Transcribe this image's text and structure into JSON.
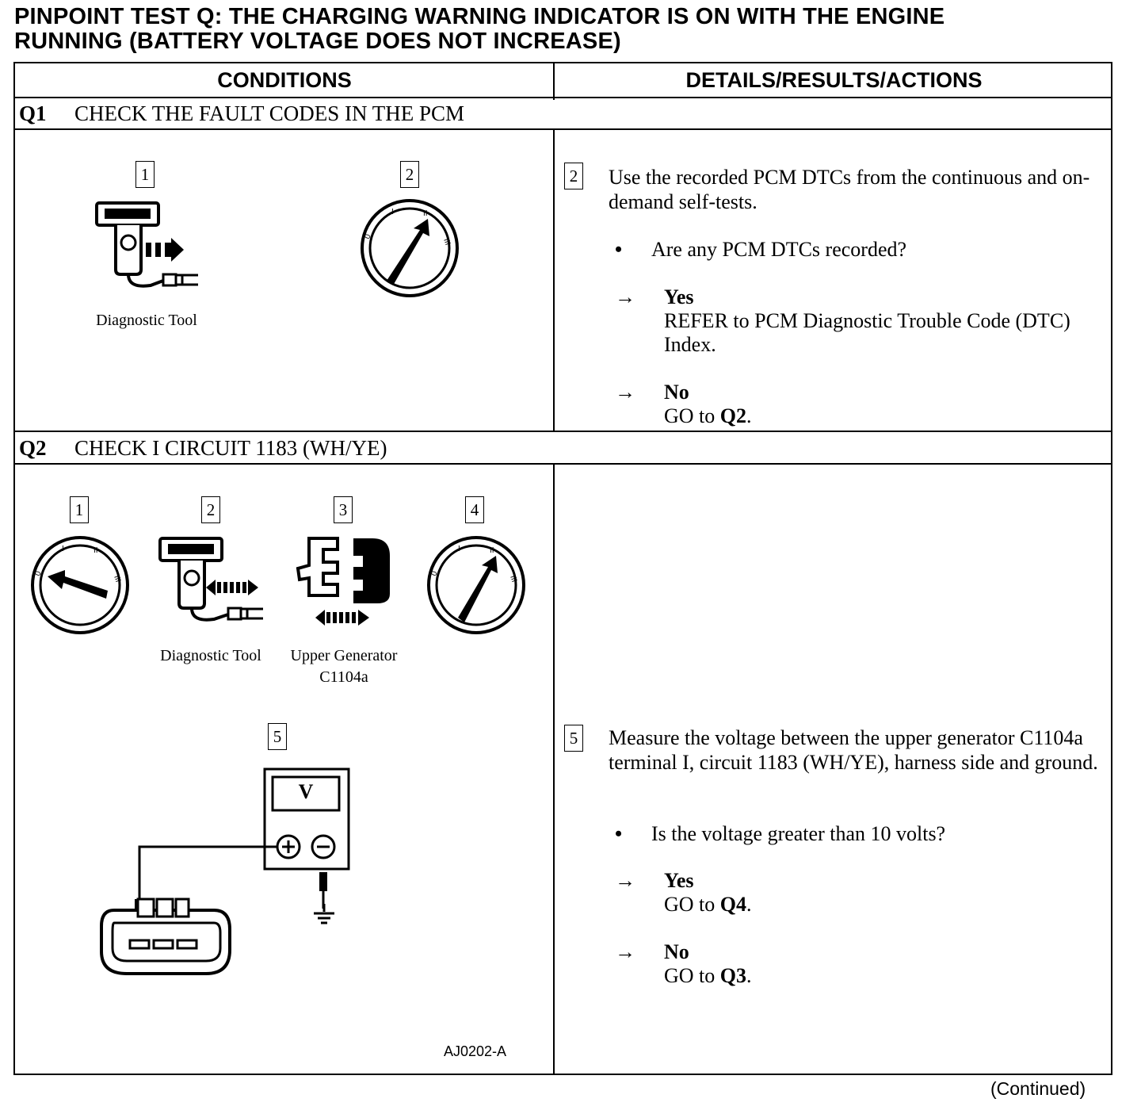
{
  "title": {
    "line1": "PINPOINT TEST Q: THE CHARGING WARNING INDICATOR IS ON WITH THE ENGINE",
    "line2": "RUNNING (BATTERY VOLTAGE DOES NOT INCREASE)"
  },
  "columns": {
    "conditions": "CONDITIONS",
    "details": "DETAILS/RESULTS/ACTIONS"
  },
  "steps": [
    {
      "id": "Q1",
      "heading": "CHECK THE FAULT CODES IN THE PCM",
      "figure_labels": [
        "1",
        "2"
      ],
      "captions": [
        "Diagnostic Tool"
      ],
      "action_number": "2",
      "instruction": "Use the recorded PCM DTCs from the continuous and on-demand self-tests.",
      "question": "Are any PCM DTCs recorded?",
      "answers": [
        {
          "arrow": "→",
          "response": "Yes",
          "action": "REFER to PCM Diagnostic Trouble Code (DTC) Index."
        },
        {
          "arrow": "→",
          "response": "No",
          "action_prefix": "GO to ",
          "action_target": "Q2",
          "action_suffix": "."
        }
      ]
    },
    {
      "id": "Q2",
      "heading": "CHECK I CIRCUIT 1183 (WH/YE)",
      "figure_labels": [
        "1",
        "2",
        "3",
        "4",
        "5"
      ],
      "captions": [
        "Diagnostic Tool",
        "Upper Generator",
        "C1104a"
      ],
      "meter_label": "V",
      "figure_id": "AJ0202-A",
      "action_number": "5",
      "instruction": "Measure the voltage between the upper generator C1104a terminal I, circuit 1183 (WH/YE), harness side and ground.",
      "question": "Is the voltage greater than 10 volts?",
      "answers": [
        {
          "arrow": "→",
          "response": "Yes",
          "action_prefix": "GO to ",
          "action_target": "Q4",
          "action_suffix": "."
        },
        {
          "arrow": "→",
          "response": "No",
          "action_prefix": "GO to ",
          "action_target": "Q3",
          "action_suffix": "."
        }
      ]
    }
  ],
  "bullet_symbol": "•",
  "footer": "(Continued)",
  "icons": [
    "diagnostic-tool-icon",
    "ignition-switch-icon",
    "connector-icon",
    "voltmeter-icon",
    "ground-symbol-icon",
    "harness-connector-icon"
  ]
}
